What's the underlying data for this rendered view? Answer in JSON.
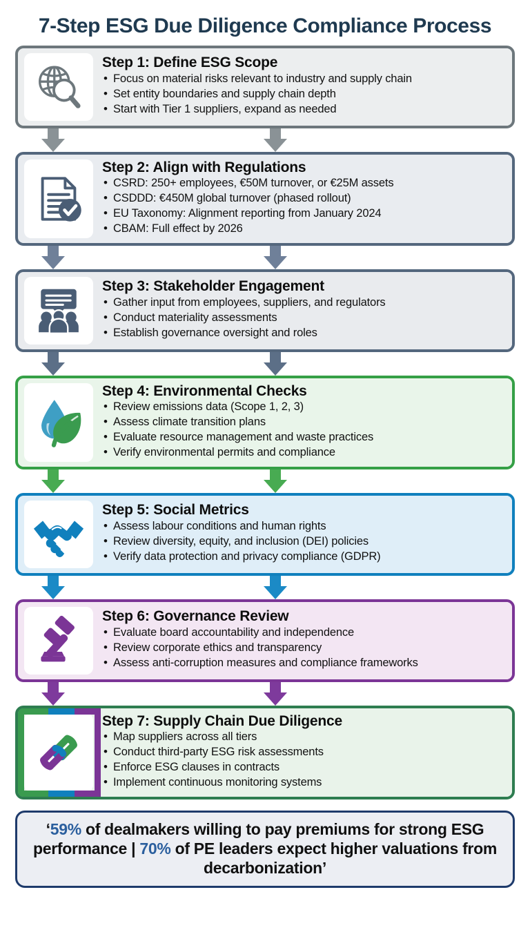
{
  "title": "7-Step ESG Due Diligence Compliance Process",
  "theme": {
    "title_color": "#1f3a50",
    "quote_border": "#1e3a6b",
    "quote_highlight": "#2b5f9e"
  },
  "steps": [
    {
      "id": "step-1",
      "icon": "globe-magnifier-icon",
      "accent": "#6d777c",
      "title": "Step 1: Define ESG Scope",
      "bullets": [
        "Focus on material risks relevant to industry and supply chain",
        "Set entity boundaries and supply chain depth",
        "Start with Tier 1 suppliers, expand as needed"
      ]
    },
    {
      "id": "step-2",
      "icon": "document-check-icon",
      "accent": "#54677d",
      "title": "Step 2: Align with Regulations",
      "bullets": [
        "CSRD: 250+ employees, €50M turnover, or €25M assets",
        "CSDDD: €450M global turnover (phased rollout)",
        "EU Taxonomy: Alignment reporting from January 2024",
        "CBAM: Full effect by 2026"
      ]
    },
    {
      "id": "step-3",
      "icon": "stakeholder-group-icon",
      "accent": "#54677d",
      "title": "Step 3: Stakeholder Engagement",
      "bullets": [
        "Gather input from employees, suppliers, and regulators",
        "Conduct materiality assessments",
        "Establish governance oversight and roles"
      ]
    },
    {
      "id": "step-4",
      "icon": "water-drop-leaf-icon",
      "accent": "#35a046",
      "title": "Step 4: Environmental Checks",
      "bullets": [
        "Review emissions data (Scope 1, 2, 3)",
        "Assess climate transition plans",
        "Evaluate resource management and waste practices",
        "Verify environmental permits and compliance"
      ]
    },
    {
      "id": "step-5",
      "icon": "handshake-icon",
      "accent": "#1080bd",
      "title": "Step 5: Social Metrics",
      "bullets": [
        "Assess labour conditions and human rights",
        "Review diversity, equity, and inclusion (DEI) policies",
        "Verify data protection and privacy compliance (GDPR)"
      ]
    },
    {
      "id": "step-6",
      "icon": "gavel-icon",
      "accent": "#7b3596",
      "title": "Step 6: Governance Review",
      "bullets": [
        "Evaluate board accountability and independence",
        "Review corporate ethics and transparency",
        "Assess anti-corruption measures and compliance frameworks"
      ]
    },
    {
      "id": "step-7",
      "icon": "chain-link-icon",
      "accent": "#2e7d50",
      "title": "Step 7: Supply Chain Due Diligence",
      "bullets": [
        "Map suppliers across all tiers",
        "Conduct third-party ESG risk assessments",
        "Enforce ESG clauses in contracts",
        "Implement continuous monitoring systems"
      ]
    }
  ],
  "quote": {
    "open": "‘",
    "stat1": "59%",
    "mid1": " of dealmakers willing to pay premiums for strong ESG performance | ",
    "stat2": "70%",
    "mid2": " of PE leaders expect higher valuations from decarbonization",
    "close": "’"
  }
}
